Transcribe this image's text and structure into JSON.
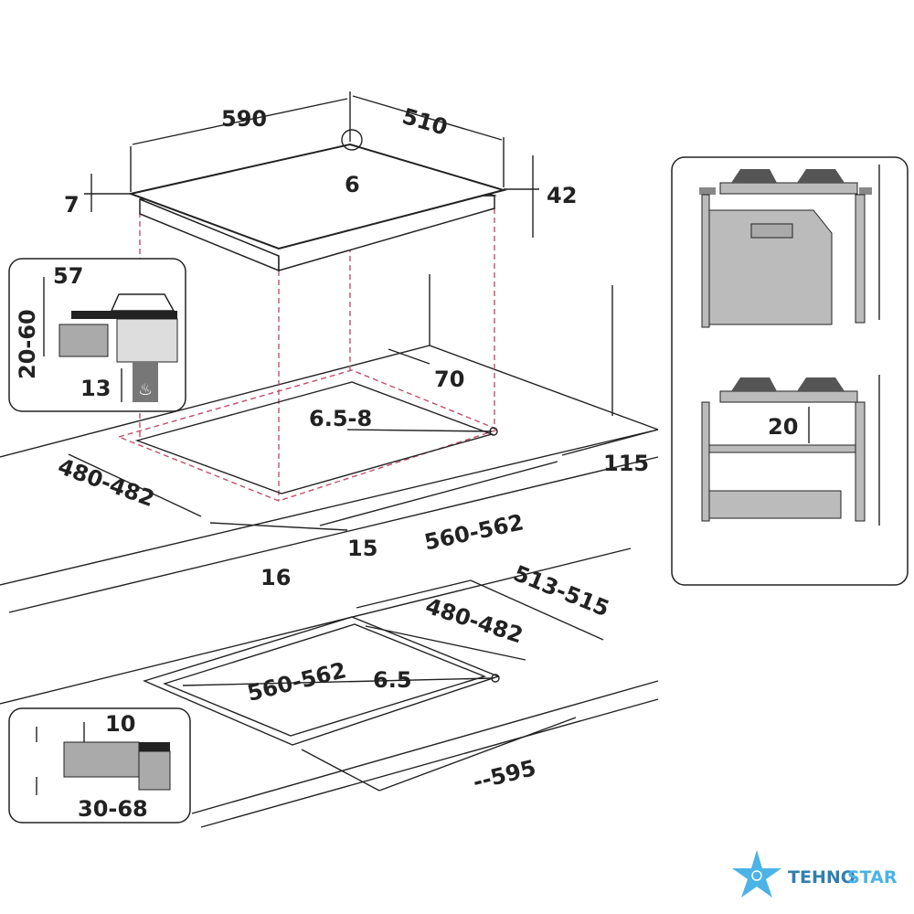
{
  "top_hob": {
    "width": "590",
    "depth": "510",
    "gas_inlet": "6",
    "glass_thickness": "7",
    "height": "42"
  },
  "cutout_top": {
    "wall_offset": "70",
    "screw_hole": "6.5-8",
    "depth": "480-482",
    "front_offset": "16",
    "side_offset": "15",
    "width": "560-562",
    "side_clearance": "115"
  },
  "cutout_bottom": {
    "outer": "513-515",
    "depth": "480-482",
    "width": "560-562",
    "hole": "6.5",
    "overall": "--595"
  },
  "inset_left_top": {
    "top": "57",
    "range": "20-60",
    "bottom": "13"
  },
  "inset_left_bottom": {
    "top": "10",
    "range": "30-68"
  },
  "inset_right": {
    "gap": "20"
  },
  "logo": {
    "text_a": "TEHNO",
    "text_b": "STAR",
    "color_a": "#2f7fb0",
    "color_b": "#4bb3e6"
  }
}
